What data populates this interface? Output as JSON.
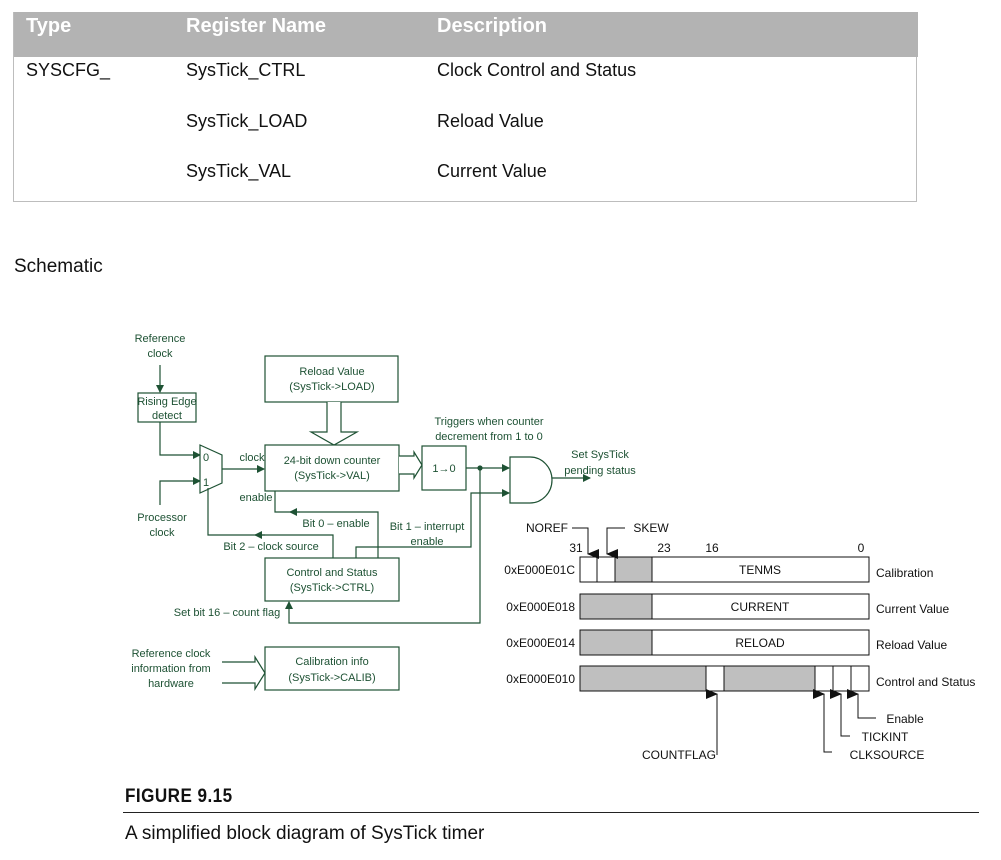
{
  "table": {
    "headers": [
      "Type",
      "Register Name",
      "Description"
    ],
    "rows": [
      {
        "type": "SYSCFG_",
        "name": "SysTick_CTRL",
        "desc": "Clock Control and Status"
      },
      {
        "type": "",
        "name": "SysTick_LOAD",
        "desc": "Reload Value"
      },
      {
        "type": "",
        "name": "SysTick_VAL",
        "desc": "Current Value"
      }
    ]
  },
  "section_title": "Schematic",
  "diagram": {
    "ref_clock": [
      "Reference",
      "clock"
    ],
    "rising_edge": [
      "Rising Edge",
      "detect"
    ],
    "mux_inputs": [
      "0",
      "1"
    ],
    "processor_clock": [
      "Processor",
      "clock"
    ],
    "clock_label": "clock",
    "enable_label": "enable",
    "reload": [
      "Reload Value",
      "(SysTick->LOAD)"
    ],
    "counter": [
      "24-bit down counter",
      "(SysTick->VAL)"
    ],
    "transition": "1→0",
    "triggers": [
      "Triggers when counter",
      "decrement from 1 to 0"
    ],
    "pending": [
      "Set SysTick",
      "pending status"
    ],
    "bit0": "Bit 0 – enable",
    "bit1": [
      "Bit 1 – interrupt",
      "enable"
    ],
    "bit2": "Bit 2 – clock source",
    "ctrl": [
      "Control and Status",
      "(SysTick->CTRL)"
    ],
    "bit16": "Set bit 16 – count flag",
    "calib_src": [
      "Reference clock",
      "information from",
      "hardware"
    ],
    "calib": [
      "Calibration info",
      "(SysTick->CALIB)"
    ],
    "colors": {
      "green": "#1e5234",
      "gray": "#bfbfbf"
    }
  },
  "registers": {
    "bit_labels": [
      "31",
      "23",
      "16",
      "0"
    ],
    "noref": "NOREF",
    "skew": "SKEW",
    "rows": [
      {
        "addr": "0xE000E01C",
        "field": "TENMS",
        "label": "Calibration"
      },
      {
        "addr": "0xE000E018",
        "field": "CURRENT",
        "label": "Current Value"
      },
      {
        "addr": "0xE000E014",
        "field": "RELOAD",
        "label": "Reload Value"
      },
      {
        "addr": "0xE000E010",
        "field": "",
        "label": "Control and Status"
      }
    ],
    "countflag": "COUNTFLAG",
    "clksource": "CLKSOURCE",
    "tickint": "TICKINT",
    "enable": "Enable"
  },
  "figure": {
    "number": "FIGURE 9.15",
    "caption": "A simplified block diagram of SysTick timer"
  }
}
